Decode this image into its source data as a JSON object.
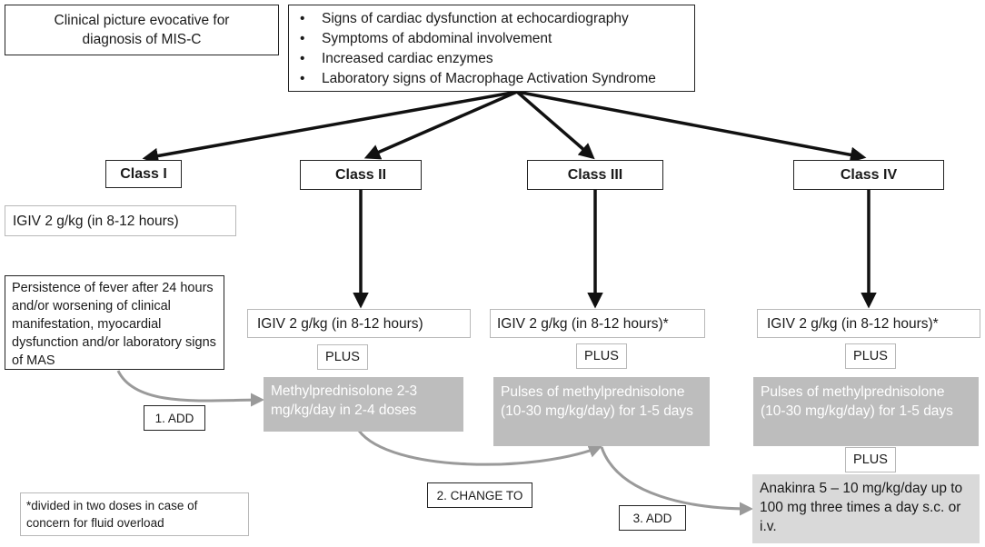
{
  "clinical_picture": "Clinical picture evocative for diagnosis of MIS-C",
  "criteria": [
    "Signs of cardiac dysfunction at echocardiography",
    "Symptoms of abdominal involvement",
    "Increased cardiac enzymes",
    "Laboratory signs of Macrophage Activation Syndrome"
  ],
  "classes": {
    "class1": "Class I",
    "class2": "Class II",
    "class3": "Class III",
    "class4": "Class IV"
  },
  "class1": {
    "igiv": "IGIV 2 g/kg (in 8-12 hours)",
    "persistence": "Persistence of fever after 24 hours and/or worsening of clinical manifestation, myocardial dysfunction and/or laboratory signs of MAS"
  },
  "class2": {
    "igiv": "IGIV 2 g/kg (in 8-12 hours)",
    "plus": "PLUS",
    "methyl": "Methylprednisolone 2-3 mg/kg/day in 2-4 doses"
  },
  "class3": {
    "igiv": "IGIV 2 g/kg (in 8-12 hours)*",
    "plus": "PLUS",
    "pulses": "Pulses of methylprednisolone (10-30 mg/kg/day) for 1-5 days"
  },
  "class4": {
    "igiv": "IGIV 2 g/kg (in 8-12 hours)*",
    "plus1": "PLUS",
    "pulses": "Pulses of methylprednisolone (10-30 mg/kg/day) for 1-5 days",
    "plus2": "PLUS",
    "anakinra": "Anakinra 5 – 10 mg/kg/day up to 100 mg three times a day s.c. or i.v."
  },
  "steps": {
    "add1": "1. ADD",
    "change": "2. CHANGE TO",
    "add3": "3. ADD"
  },
  "footnote": "*divided in two doses in case of concern for fluid overload",
  "colors": {
    "black_arrow": "#111111",
    "gray_arrow": "#9a9a9a",
    "filled_box": "#bdbdbd",
    "anakinra_box": "#d9d9d9"
  }
}
